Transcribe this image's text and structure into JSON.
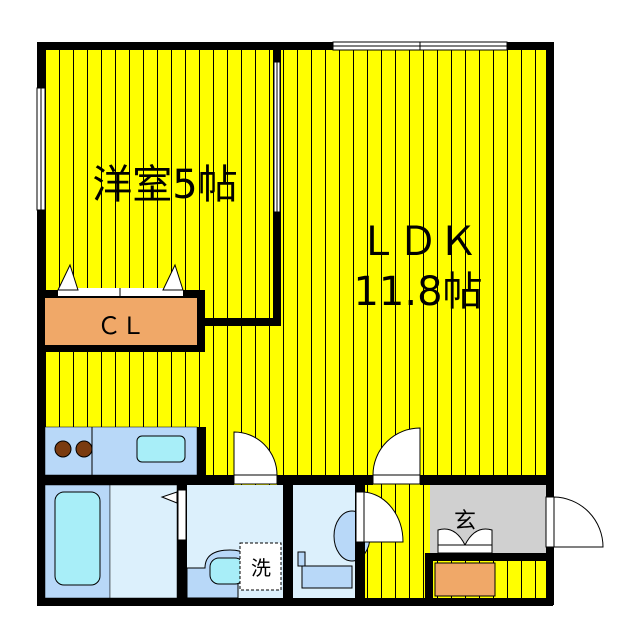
{
  "rooms": {
    "western": {
      "name": "洋室5帖"
    },
    "ldk": {
      "name": "ＬＤＫ",
      "size": "11.8帖"
    },
    "closet": {
      "name": "ＣＬ"
    },
    "laundry": {
      "name": "洗"
    },
    "entrance": {
      "name": "玄"
    }
  },
  "colors": {
    "floor": "#ffff00",
    "wall": "#000000",
    "wet_area": "#dcf0fc",
    "fixture": "#b8d8f8",
    "water": "#a8eef8",
    "closet": "#f0a868",
    "stove": "#7a3b10",
    "entrance": "#d0d0d0"
  }
}
